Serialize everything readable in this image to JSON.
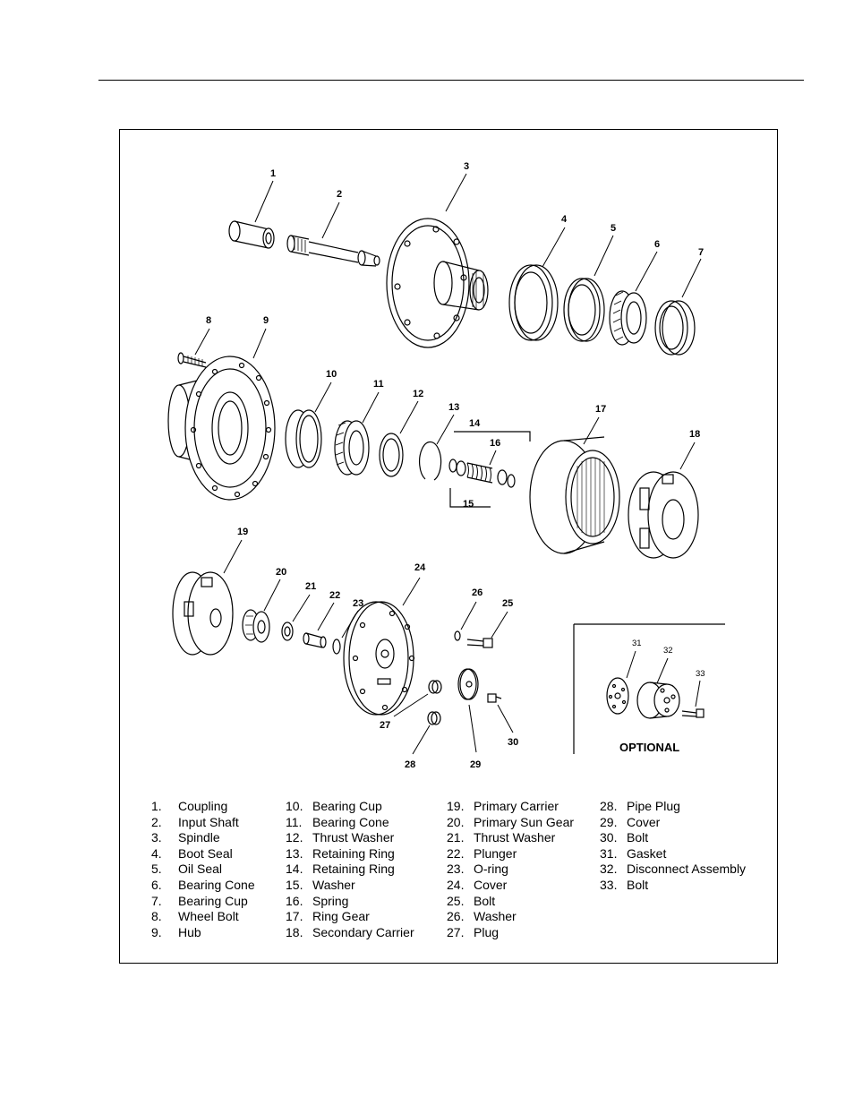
{
  "callouts": [
    "1",
    "2",
    "3",
    "4",
    "5",
    "6",
    "7",
    "8",
    "9",
    "10",
    "11",
    "12",
    "13",
    "14",
    "15",
    "16",
    "17",
    "18",
    "19",
    "20",
    "21",
    "22",
    "23",
    "24",
    "25",
    "26",
    "27",
    "28",
    "29",
    "30",
    "31",
    "32",
    "33"
  ],
  "optional_label": "OPTIONAL",
  "legend": {
    "col1": [
      {
        "num": "1.",
        "name": "Coupling"
      },
      {
        "num": "2.",
        "name": "Input Shaft"
      },
      {
        "num": "3.",
        "name": "Spindle"
      },
      {
        "num": "4.",
        "name": "Boot Seal"
      },
      {
        "num": "5.",
        "name": "Oil Seal"
      },
      {
        "num": "6.",
        "name": "Bearing Cone"
      },
      {
        "num": "7.",
        "name": "Bearing Cup"
      },
      {
        "num": "8.",
        "name": "Wheel Bolt"
      },
      {
        "num": "9.",
        "name": "Hub"
      }
    ],
    "col2": [
      {
        "num": "10.",
        "name": "Bearing Cup"
      },
      {
        "num": "11.",
        "name": "Bearing Cone"
      },
      {
        "num": "12.",
        "name": "Thrust Washer"
      },
      {
        "num": "13.",
        "name": "Retaining Ring"
      },
      {
        "num": "14.",
        "name": "Retaining Ring"
      },
      {
        "num": "15.",
        "name": "Washer"
      },
      {
        "num": "16.",
        "name": "Spring"
      },
      {
        "num": "17.",
        "name": "Ring Gear"
      },
      {
        "num": "18.",
        "name": "Secondary Carrier"
      }
    ],
    "col3": [
      {
        "num": "19.",
        "name": "Primary Carrier"
      },
      {
        "num": "20.",
        "name": "Primary Sun Gear"
      },
      {
        "num": "21.",
        "name": "Thrust Washer"
      },
      {
        "num": "22.",
        "name": "Plunger"
      },
      {
        "num": "23.",
        "name": "O-ring"
      },
      {
        "num": "24.",
        "name": "Cover"
      },
      {
        "num": "25.",
        "name": "Bolt"
      },
      {
        "num": "26.",
        "name": "Washer"
      },
      {
        "num": "27.",
        "name": "Plug"
      }
    ],
    "col4": [
      {
        "num": "28.",
        "name": "Pipe Plug"
      },
      {
        "num": "29.",
        "name": "Cover"
      },
      {
        "num": "30.",
        "name": "Bolt"
      },
      {
        "num": "31.",
        "name": "Gasket"
      },
      {
        "num": "32.",
        "name": "Disconnect Assembly"
      },
      {
        "num": "33.",
        "name": "Bolt"
      }
    ]
  }
}
